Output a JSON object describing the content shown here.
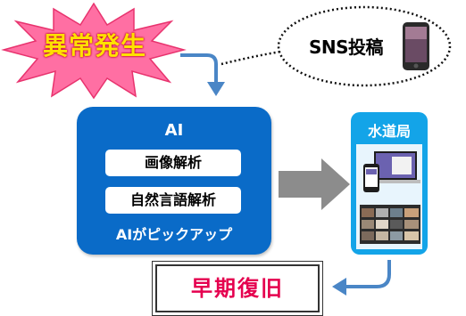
{
  "incident": {
    "label": "異常発生"
  },
  "sns": {
    "label": "SNS投稿"
  },
  "ai": {
    "title": "AI",
    "items": [
      "画像解析",
      "自然言語解析"
    ],
    "footer": "AIがピックアップ"
  },
  "water_utility": {
    "title": "水道局"
  },
  "recovery": {
    "label": "早期復旧"
  },
  "colors": {
    "ai_box": "#0A6BC8",
    "water_card": "#13A4E8",
    "connector": "#4A86C6",
    "burst_fill": "#FF6FA3",
    "burst_text": "#FFE100",
    "recovery_text": "#E5004F",
    "big_arrow": "#8C8C8C"
  },
  "icons": [
    "starburst",
    "phone-icon",
    "laptop-icon",
    "smartphone-icon",
    "photo-gallery-icon"
  ]
}
